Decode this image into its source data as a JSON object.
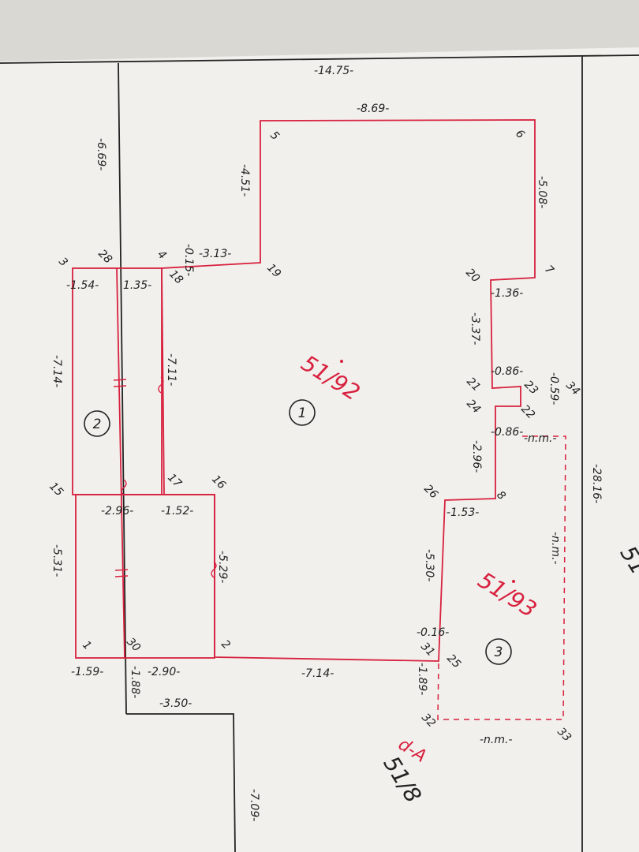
{
  "points": {
    "p1": "1",
    "p2": "2",
    "p3": "3",
    "p4": "4",
    "p5": "5",
    "p6": "6",
    "p7": "7",
    "p8": "8",
    "p15": "15",
    "p16": "16",
    "p17": "17",
    "p18": "18",
    "p19": "19",
    "p20": "20",
    "p21": "21",
    "p22": "22",
    "p23": "23",
    "p24": "24",
    "p25": "25",
    "p26": "26",
    "p28": "28",
    "p30": "30",
    "p31": "31",
    "p32": "32",
    "p33": "33",
    "p34": "34"
  },
  "dimensions": {
    "d_14_75": "-14.75-",
    "d_8_69": "-8.69-",
    "d_6_69": "-6.69-",
    "d_4_51": "-4.51-",
    "d_5_08": "-5.08-",
    "d_3_13": "-3.13-",
    "d_0_15": "-0.15-",
    "d_1_54": "-1.54-",
    "d_1_35": "1.35-",
    "d_1_36": "-1.36-",
    "d_3_37": "-3.37-",
    "d_0_86a": "-0.86-",
    "d_0_59": "-0.59-",
    "d_0_86b": "-0.86-",
    "d_nm1": "-n.m.-",
    "d_7_14l": "-7.14-",
    "d_7_11": "-7.11-",
    "d_2_96b": "-2.96-",
    "d_28_16": "-28.16-",
    "d_2_96": "-2.96-",
    "d_1_52": "-1.52-",
    "d_1_53": "-1.53-",
    "d_nm2": "-n.m.-",
    "d_5_31": "-5.31-",
    "d_5_29": "-5.29-",
    "d_5_30": "-5.30-",
    "d_0_16": "-0.16-",
    "d_1_59": "-1.59-",
    "d_2_90": "-2.90-",
    "d_7_14b": "-7.14-",
    "d_1_88": "-1.88-",
    "d_1_89": "-1.89-",
    "d_3_50": "-3.50-",
    "d_nm3": "-n.m.-",
    "d_7_09": "-7.09-"
  },
  "parcels": {
    "num1": "1",
    "num2": "2",
    "num3": "3",
    "p51_92": "51/92",
    "p51_93": "51/93",
    "p51_8": "51/8",
    "p51_8_prefix": "d-A",
    "p51_edge": "51"
  },
  "colors": {
    "plan_line": "#d8213f",
    "parcel_line": "#222222",
    "paper": "#f1f0ec"
  }
}
